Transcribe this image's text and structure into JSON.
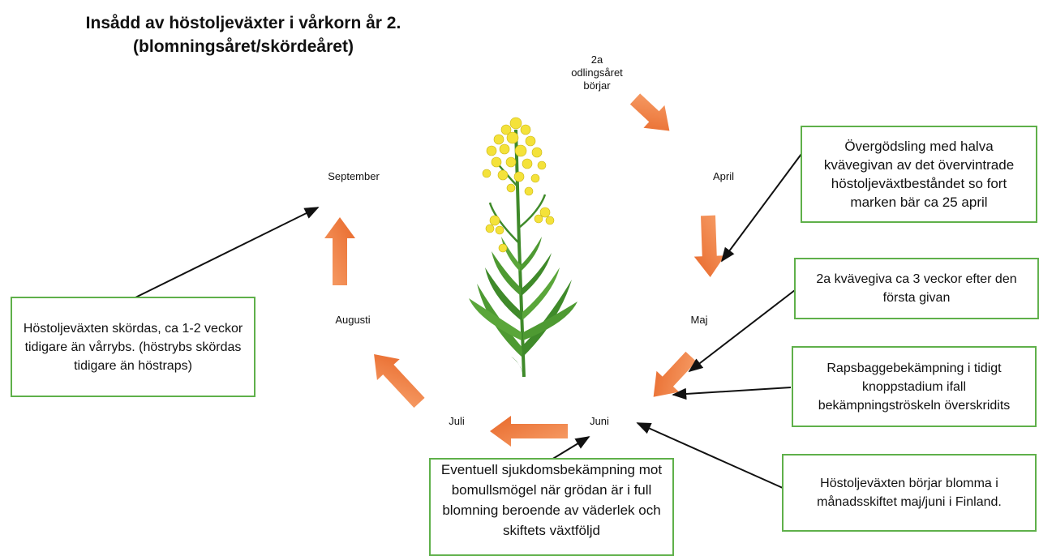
{
  "title": {
    "line1": "Insådd av höstoljeväxter i vårkorn år 2.",
    "line2": "(blomningsåret/skördeåret)"
  },
  "cycle_labels": {
    "start_1": "2a",
    "start_2": "odlingsåret",
    "start_3": "börjar",
    "april": "April",
    "maj": "Maj",
    "juni": "Juni",
    "juli": "Juli",
    "augusti": "Augusti",
    "september": "September"
  },
  "notes": {
    "overgodsling": "Övergödsling med halva kvävegivan av det övervintrade höstoljeväxtbeståndet so fort marken bär ca 25 april",
    "andra_kvavegiva": "2a kvävegiva ca 3 veckor efter den första givan",
    "rapsbagge": "Rapsbaggebekämpning i tidigt knoppstadium ifall bekämpningströskeln överskridits",
    "blomning": "Höstoljeväxten börjar blomma i månadsskiftet maj/juni i Finland.",
    "sjukdom": "Eventuell sjukdomsbekämpning mot bomullsmögel när grödan är i full blomning beroende av väderlek och skiftets växtföljd",
    "skord": "Höstoljeväxten skördas, ca 1-2 veckor tidigare än vårrybs. (höstrybs skördas tidigare än höstraps)"
  },
  "colors": {
    "cycle_arrow": "#ee7a32",
    "box_border": "#5fb04a",
    "flower": "#f4e23a",
    "stem": "#3f8a2a"
  },
  "icons": {
    "plant": "rapeseed-plant-icon"
  }
}
